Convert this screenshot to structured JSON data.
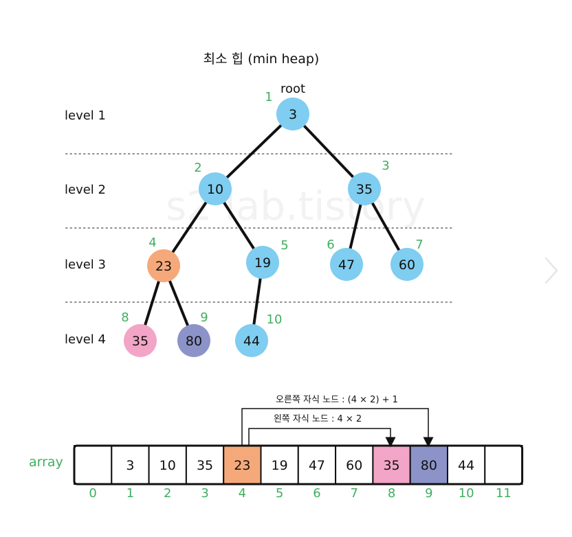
{
  "title": "최소 힙 (min heap)",
  "root_label": "root",
  "colors": {
    "node_default": "#7fcdf0",
    "highlight_orange": "#f5a97a",
    "highlight_pink": "#f2a5c6",
    "highlight_indigo": "#8c93c8",
    "index_green": "#3fae5f",
    "edge": "#111111",
    "dotted_line": "#888888"
  },
  "levels": [
    {
      "label": "level 1"
    },
    {
      "label": "level 2"
    },
    {
      "label": "level 3"
    },
    {
      "label": "level 4"
    }
  ],
  "nodes": [
    {
      "index": "1",
      "value": "3",
      "color": "node_default"
    },
    {
      "index": "2",
      "value": "10",
      "color": "node_default"
    },
    {
      "index": "3",
      "value": "35",
      "color": "node_default"
    },
    {
      "index": "4",
      "value": "23",
      "color": "highlight_orange"
    },
    {
      "index": "5",
      "value": "19",
      "color": "node_default"
    },
    {
      "index": "6",
      "value": "47",
      "color": "node_default"
    },
    {
      "index": "7",
      "value": "60",
      "color": "node_default"
    },
    {
      "index": "8",
      "value": "35",
      "color": "highlight_pink"
    },
    {
      "index": "9",
      "value": "80",
      "color": "highlight_indigo"
    },
    {
      "index": "10",
      "value": "44",
      "color": "node_default"
    }
  ],
  "edges": [
    [
      1,
      2
    ],
    [
      1,
      3
    ],
    [
      2,
      4
    ],
    [
      2,
      5
    ],
    [
      3,
      6
    ],
    [
      3,
      7
    ],
    [
      4,
      8
    ],
    [
      4,
      9
    ],
    [
      5,
      10
    ]
  ],
  "array": {
    "label": "array",
    "cells": [
      {
        "index": "0",
        "value": "",
        "color": ""
      },
      {
        "index": "1",
        "value": "3",
        "color": ""
      },
      {
        "index": "2",
        "value": "10",
        "color": ""
      },
      {
        "index": "3",
        "value": "35",
        "color": ""
      },
      {
        "index": "4",
        "value": "23",
        "color": "highlight_orange"
      },
      {
        "index": "5",
        "value": "19",
        "color": ""
      },
      {
        "index": "6",
        "value": "47",
        "color": ""
      },
      {
        "index": "7",
        "value": "60",
        "color": ""
      },
      {
        "index": "8",
        "value": "35",
        "color": "highlight_pink"
      },
      {
        "index": "9",
        "value": "80",
        "color": "highlight_indigo"
      },
      {
        "index": "10",
        "value": "44",
        "color": ""
      },
      {
        "index": "11",
        "value": "",
        "color": ""
      }
    ]
  },
  "arrows": {
    "right_child": {
      "label": "오른쪽 자식 노드 : (4 × 2) + 1",
      "from": 4,
      "to": 9
    },
    "left_child": {
      "label": "왼쪽 자식 노드 : 4 × 2",
      "from": 4,
      "to": 8
    }
  },
  "watermark": "s2 lab.tistory",
  "nav": {
    "next_icon": "chevron-right-icon"
  }
}
